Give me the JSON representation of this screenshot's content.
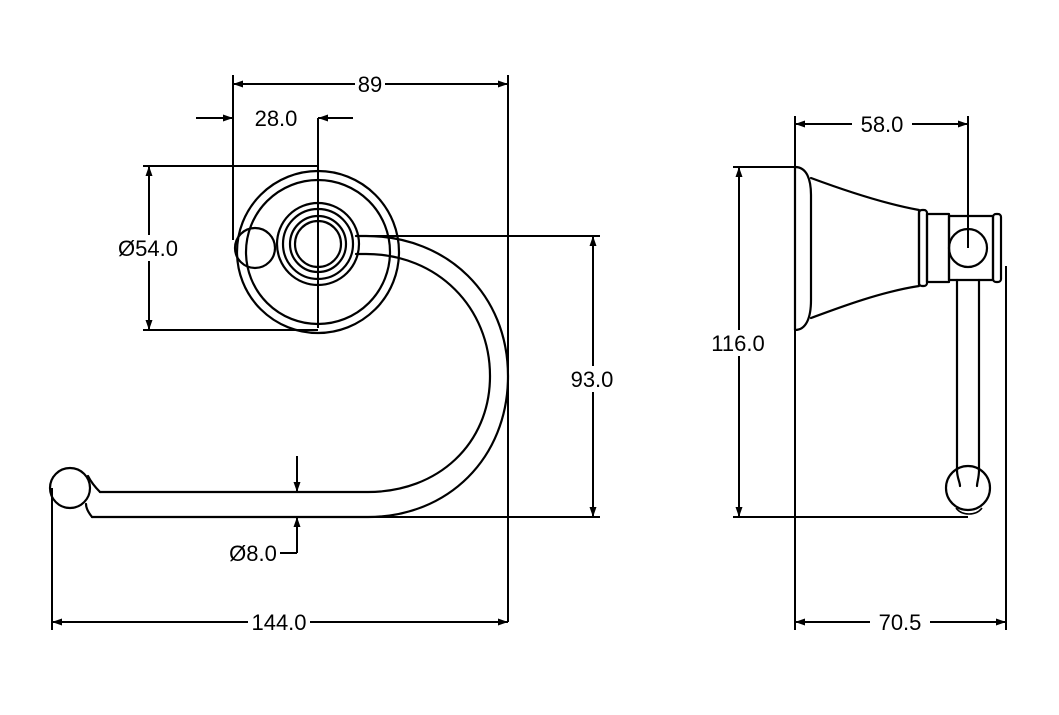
{
  "dimensions": {
    "width_top": "89",
    "offset_28": "28.0",
    "dia_54": "Ø54.0",
    "height_93": "93.0",
    "dia_8": "Ø8.0",
    "width_144": "144.0",
    "depth_58": "58.0",
    "height_116": "116.0",
    "depth_70": "70.5"
  },
  "colors": {
    "line": "#000000",
    "background": "#ffffff"
  }
}
